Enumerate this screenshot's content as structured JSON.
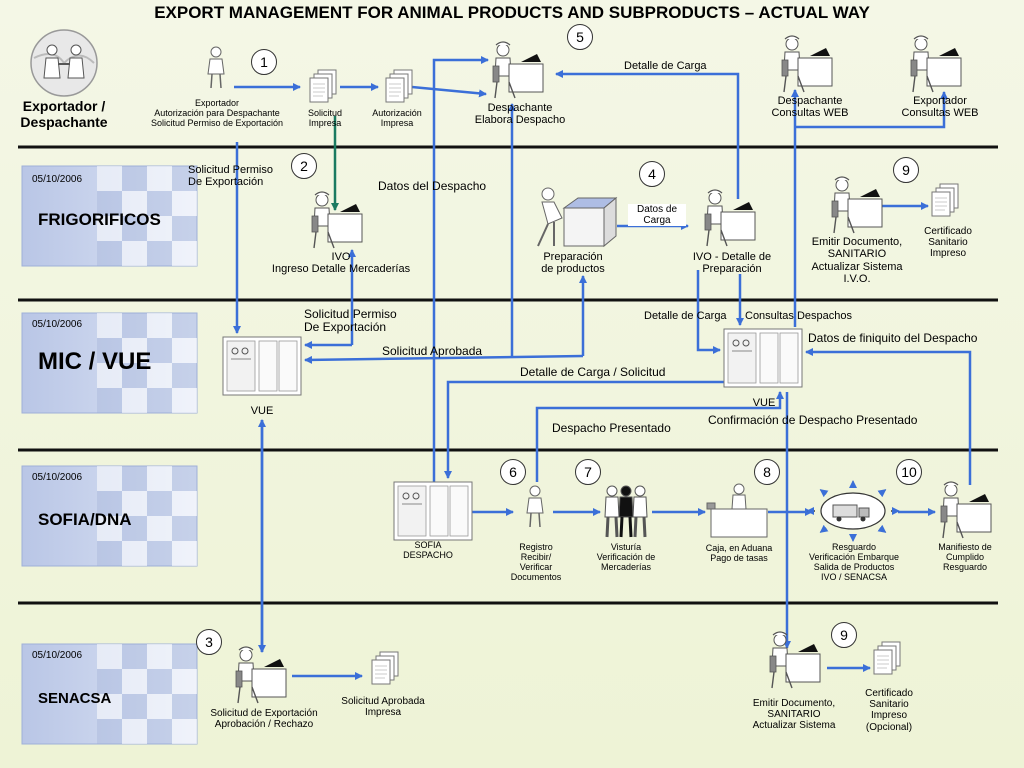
{
  "title": "EXPORT MANAGEMENT FOR ANIMAL PRODUCTS AND SUBPRODUCTS – ACTUAL WAY",
  "lanes": {
    "exporter": {
      "line1": "Exportador /",
      "line2": "Despachante"
    },
    "frigorificos": {
      "title": "FRIGORIFICOS",
      "date": "05/10/2006"
    },
    "mic": {
      "title": "MIC / VUE",
      "date": "05/10/2006"
    },
    "sofia": {
      "title": "SOFIA/DNA",
      "date": "05/10/2006"
    },
    "senacsa": {
      "title": "SENACSA",
      "date": "05/10/2006"
    }
  },
  "steps": [
    "1",
    "2",
    "3",
    "4",
    "5",
    "6",
    "7",
    "8",
    "9",
    "9",
    "10"
  ],
  "nodes": {
    "exportador": [
      "Exportador",
      "Autorización para Despachante",
      "Solicitud Permiso de Exportación"
    ],
    "solicitud_impresa": [
      "Solicitud",
      "Impresa"
    ],
    "autorizacion_impresa": [
      "Autorización",
      "Impresa"
    ],
    "despachante_elabora": [
      "Despachante",
      "Elabora Despacho"
    ],
    "despachante_web": [
      "Despachante",
      "Consultas WEB"
    ],
    "exportador_web": [
      "Exportador",
      "Consultas WEB"
    ],
    "ivo": [
      "IVO",
      "Ingreso Detalle Mercaderías"
    ],
    "preparacion": [
      "Preparación",
      "de productos"
    ],
    "ivo_detalle": [
      "IVO - Detalle de",
      "Preparación"
    ],
    "emitir_frig": [
      "Emitir Documento,",
      "SANITARIO",
      "Actualizar Sistema",
      "I.V.O."
    ],
    "certificado_frig": [
      "Certificado",
      "Sanitario",
      "Impreso"
    ],
    "vue_left": "VUE",
    "vue_right": "VUE",
    "sofia_despacho": [
      "SOFIA",
      "DESPACHO"
    ],
    "registro": [
      "Registro",
      "Recibir/",
      "Verificar",
      "Documentos"
    ],
    "visturia": [
      "Visturía",
      "Verificación de",
      "Mercaderías"
    ],
    "caja": [
      "Caja, en Aduana",
      "Pago de tasas"
    ],
    "resguardo": [
      "Resguardo",
      "Verificación Embarque",
      "Salida de Productos",
      "IVO / SENACSA"
    ],
    "manifiesto": [
      "Manifiesto de",
      "Cumplido",
      "Resguardo"
    ],
    "solicitud_exportacion": [
      "Solicitud de Exportación",
      "Aprobación / Rechazo"
    ],
    "solicitud_aprobada_impresa": [
      "Solicitud Aprobada",
      "Impresa"
    ],
    "emitir_senacsa": [
      "Emitir Documento,",
      "SANITARIO",
      "Actualizar Sistema"
    ],
    "certificado_opcional": [
      "Certificado",
      "Sanitario",
      "Impreso",
      "(Opcional)"
    ]
  },
  "flow_labels": {
    "detalle_carga_top": "Detalle de Carga",
    "solicitud_permiso_1": [
      "Solicitud Permiso",
      "De Exportación"
    ],
    "datos_despacho": "Datos del Despacho",
    "datos_carga": [
      "Datos de",
      "Carga"
    ],
    "solicitud_permiso_2": [
      "Solicitud Permiso",
      "De Exportación"
    ],
    "solicitud_aprobada": "Solicitud Aprobada",
    "detalle_carga_mid": "Detalle de Carga",
    "consultas_despachos": "Consultas Despachos",
    "datos_finiquito": "Datos de finiquito del Despacho",
    "detalle_carga_solicitud": "Detalle de Carga / Solicitud",
    "despacho_presentado": "Despacho Presentado",
    "confirmacion": "Confirmación de Despacho Presentado"
  },
  "colors": {
    "arrow": "#3b6fd8",
    "arrow_green": "#1a7a60",
    "lane_line": "#111111",
    "lane_box": "#c9d3ec"
  }
}
